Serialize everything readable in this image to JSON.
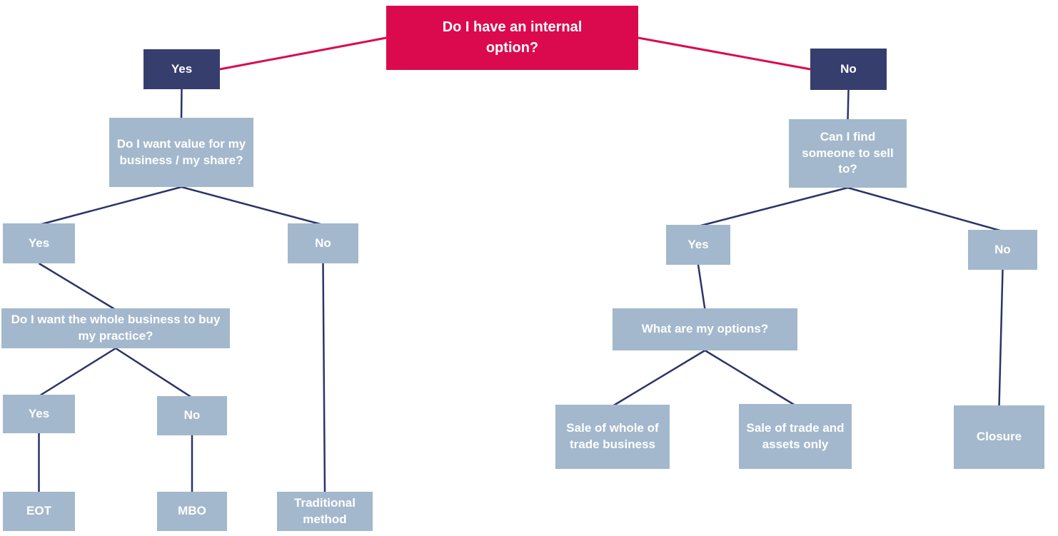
{
  "diagram": {
    "title": "Do I have an internal option?",
    "colors": {
      "root_box": "#DB0A4E",
      "branch_box": "#363E6E",
      "option_box": "#A3B8CC",
      "edge_line": "#2B3468",
      "red_line": "#DB0A4E",
      "text": "#FFFFFF",
      "background": "#FFFFFF"
    },
    "nodes": [
      {
        "id": "root",
        "label": "Do I have an internal option?"
      },
      {
        "id": "yes-internal",
        "label": "Yes"
      },
      {
        "id": "no-internal",
        "label": "No"
      },
      {
        "id": "q-value",
        "label": "Do I want value for my business / my share?"
      },
      {
        "id": "yes-value",
        "label": "Yes"
      },
      {
        "id": "no-value",
        "label": "No"
      },
      {
        "id": "q-whole",
        "label": "Do I want the whole business to buy my practice?"
      },
      {
        "id": "yes-whole",
        "label": "Yes"
      },
      {
        "id": "no-whole",
        "label": "No"
      },
      {
        "id": "eot",
        "label": "EOT"
      },
      {
        "id": "mbo",
        "label": "MBO"
      },
      {
        "id": "traditional",
        "label": "Traditional method"
      },
      {
        "id": "q-sell",
        "label": "Can I find someone to sell to?"
      },
      {
        "id": "yes-sell",
        "label": "Yes"
      },
      {
        "id": "no-sell",
        "label": "No"
      },
      {
        "id": "q-options",
        "label": "What are my options?"
      },
      {
        "id": "sale-whole",
        "label": "Sale of whole of trade business"
      },
      {
        "id": "sale-assets",
        "label": "Sale of trade and assets only"
      },
      {
        "id": "closure",
        "label": "Closure"
      }
    ],
    "edges": [
      {
        "from": "root",
        "to": "yes-internal",
        "style": "red",
        "mode": "side"
      },
      {
        "from": "root",
        "to": "no-internal",
        "style": "red",
        "mode": "side"
      },
      {
        "from": "yes-internal",
        "to": "q-value",
        "style": "navy",
        "mode": "tree"
      },
      {
        "from": "q-value",
        "to": "yes-value",
        "style": "navy",
        "mode": "tree"
      },
      {
        "from": "q-value",
        "to": "no-value",
        "style": "navy",
        "mode": "tree"
      },
      {
        "from": "yes-value",
        "to": "q-whole",
        "style": "navy",
        "mode": "tree"
      },
      {
        "from": "no-value",
        "to": "traditional",
        "style": "navy",
        "mode": "tree"
      },
      {
        "from": "q-whole",
        "to": "yes-whole",
        "style": "navy",
        "mode": "tree"
      },
      {
        "from": "q-whole",
        "to": "no-whole",
        "style": "navy",
        "mode": "tree"
      },
      {
        "from": "yes-whole",
        "to": "eot",
        "style": "navy",
        "mode": "tree"
      },
      {
        "from": "no-whole",
        "to": "mbo",
        "style": "navy",
        "mode": "tree"
      },
      {
        "from": "no-internal",
        "to": "q-sell",
        "style": "navy",
        "mode": "tree"
      },
      {
        "from": "q-sell",
        "to": "yes-sell",
        "style": "navy",
        "mode": "tree"
      },
      {
        "from": "q-sell",
        "to": "no-sell",
        "style": "navy",
        "mode": "tree"
      },
      {
        "from": "yes-sell",
        "to": "q-options",
        "style": "navy",
        "mode": "tree"
      },
      {
        "from": "q-options",
        "to": "sale-whole",
        "style": "navy",
        "mode": "tree"
      },
      {
        "from": "q-options",
        "to": "sale-assets",
        "style": "navy",
        "mode": "tree"
      },
      {
        "from": "no-sell",
        "to": "closure",
        "style": "navy",
        "mode": "tree"
      }
    ]
  }
}
